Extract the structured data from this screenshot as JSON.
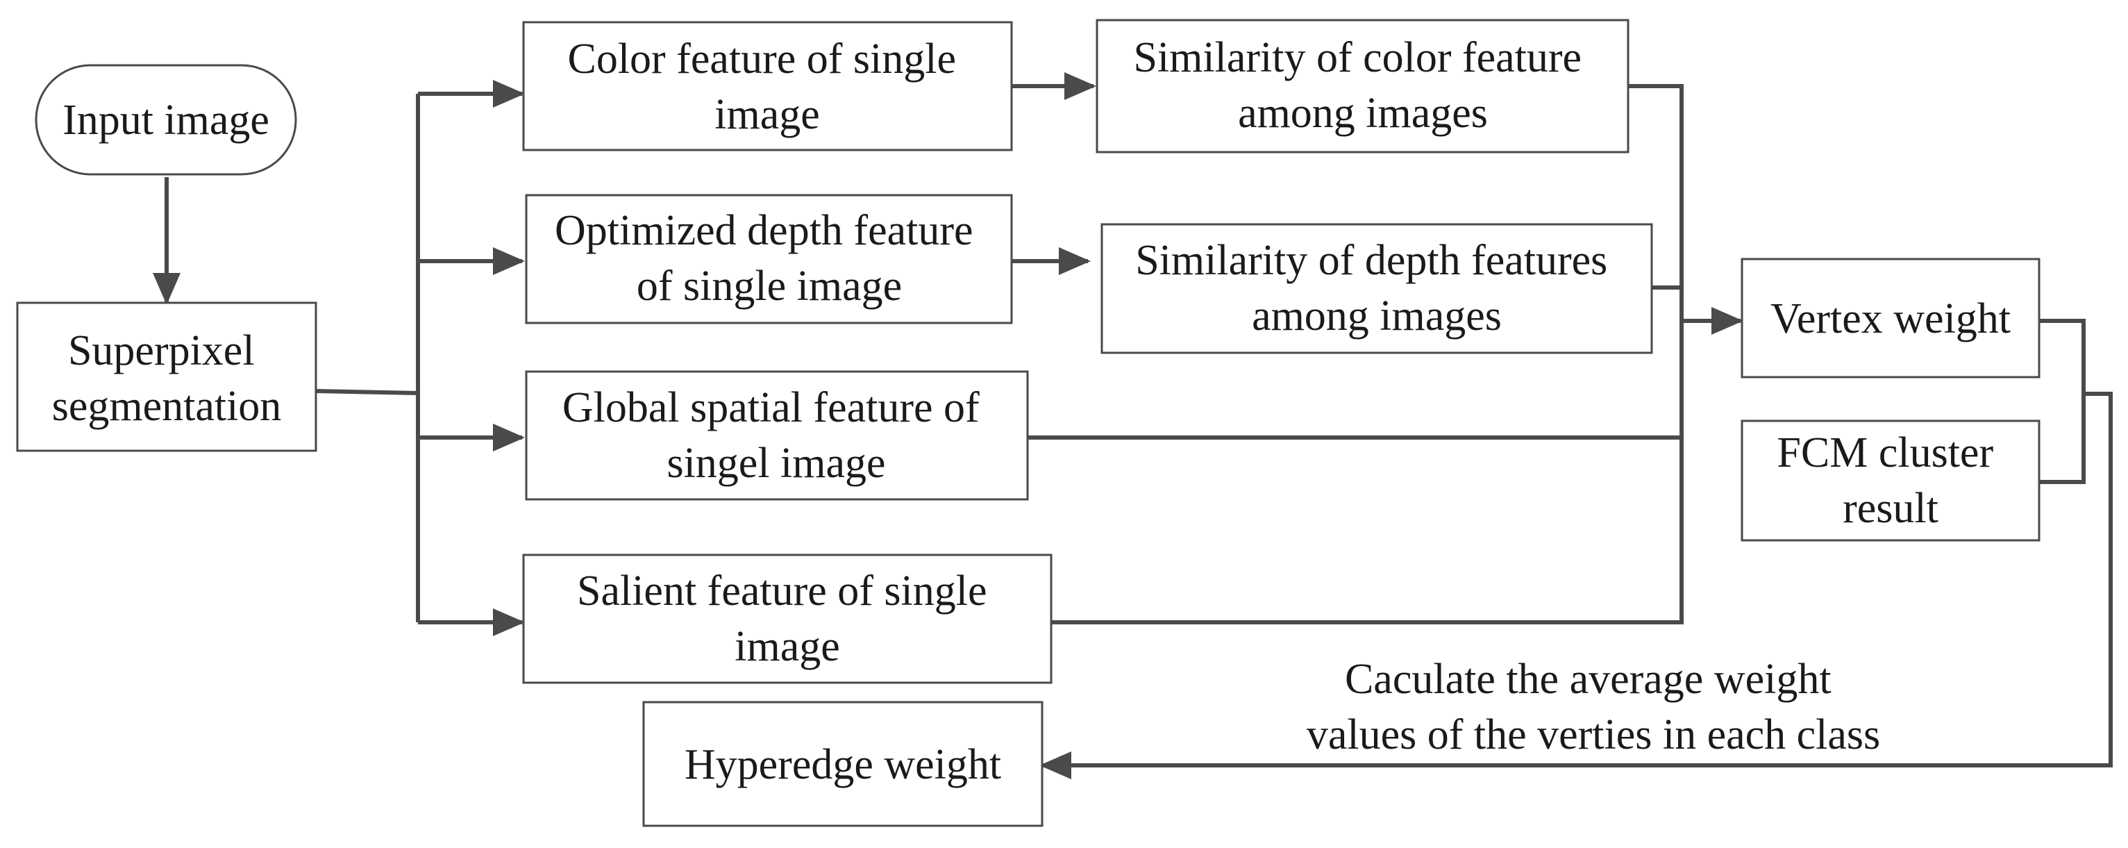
{
  "colors": {
    "stroke": "#4a4a4a",
    "text": "#1a1a1a",
    "background": "#ffffff"
  },
  "nodes": {
    "input_image": {
      "lines": [
        "Input image"
      ]
    },
    "superpixel": {
      "lines": [
        "Superpixel",
        "segmentation"
      ]
    },
    "color_feature": {
      "lines": [
        "Color feature of single",
        "image"
      ]
    },
    "depth_feature": {
      "lines": [
        "Optimized depth feature",
        "of single image"
      ]
    },
    "spatial_feature": {
      "lines": [
        "Global spatial feature of",
        "singel image"
      ]
    },
    "salient_feature": {
      "lines": [
        "Salient feature of single",
        "image"
      ]
    },
    "color_similarity": {
      "lines": [
        "Similarity of  color feature",
        "among images"
      ]
    },
    "depth_similarity": {
      "lines": [
        "Similarity of depth features",
        "among images"
      ]
    },
    "vertex_weight": {
      "lines": [
        "Vertex weight"
      ]
    },
    "fcm_result": {
      "lines": [
        "FCM  cluster",
        "result"
      ]
    },
    "hyperedge_weight": {
      "lines": [
        "Hyperedge weight"
      ]
    }
  },
  "edge_note": {
    "lines": [
      "Caculate the average weight",
      "values of the verties in each class"
    ]
  }
}
